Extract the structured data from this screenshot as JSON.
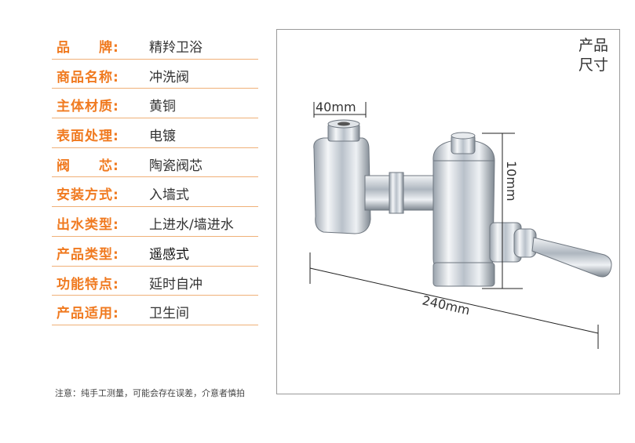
{
  "specs": [
    {
      "label": "品　　牌:",
      "value": "精羚卫浴"
    },
    {
      "label": "商品名称:",
      "value": "冲洗阀"
    },
    {
      "label": "主体材质:",
      "value": "黄铜"
    },
    {
      "label": "表面处理:",
      "value": "电镀"
    },
    {
      "label": "阀　　芯:",
      "value": "陶瓷阀芯"
    },
    {
      "label": "安装方式:",
      "value": "入墙式"
    },
    {
      "label": "出水类型:",
      "value": "上进水/墙进水"
    },
    {
      "label": "产品类型:",
      "value": "遥感式"
    },
    {
      "label": "功能特点:",
      "value": "延时自冲"
    },
    {
      "label": "产品适用:",
      "value": "卫生间"
    }
  ],
  "note": "注意：纯手工测量，可能会存在误差，介意者慎拍",
  "size_label": {
    "line1": "产品",
    "line2": "尺寸"
  },
  "dimensions": {
    "top": "40mm",
    "height": "10mm",
    "length": "240mm"
  },
  "colors": {
    "accent": "#f07a20",
    "divider": "#f0b078"
  }
}
